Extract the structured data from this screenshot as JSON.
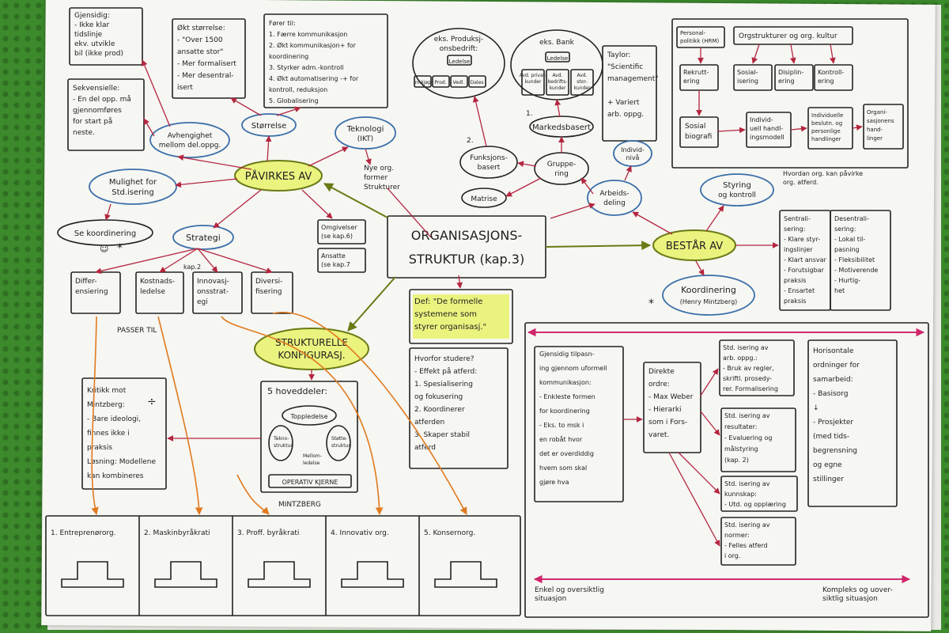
{
  "center": [
    "ORGANISASJONS-",
    "STRUKTUR (kap.3)"
  ],
  "hubs": {
    "pavirkes": "PÅVIRKES AV",
    "bestar": "BESTÅR AV",
    "strukturelle": [
      "STRUKTURELLE",
      "KONFIGURASJ."
    ]
  },
  "tl": {
    "gjennomsiktig": [
      "Gjensidig:",
      "- Ikke klar",
      "tidslinje",
      "ekv. utvikle",
      "bil (ikke prod)"
    ],
    "sekvensielle": [
      "Sekvensielle:",
      "- En del opp. må",
      "gjennomføres",
      "for start på",
      "neste."
    ],
    "okt": [
      "Økt størrelse:",
      "- \"Over 1500",
      "ansatte stor\"",
      "- Mer formalisert",
      "- Mer desentral-",
      "isert"
    ],
    "forer": [
      "Fører til:",
      "1. Færre kommunikasjon",
      "2. Økt kommunikasjon+ for",
      "koordinering",
      "3. Styrker adm.-kontroll",
      "4. Økt automatisering -+ for",
      "kontroll, reduksjon",
      "5. Globalisering"
    ]
  },
  "ovals": {
    "avhengighet": [
      "Avhengighet",
      "mellom del.oppg."
    ],
    "storrelse": "Størrelse",
    "teknologi": [
      "Teknologi",
      "(IKT)"
    ],
    "mulighet": [
      "Mulighet for",
      "Std.isering"
    ],
    "koord": "Se koordinering",
    "strategi": "Strategi",
    "markedsbasert": "Markedsbasert",
    "funksjonsbasert": [
      "Funksjons-",
      "basert"
    ],
    "gruppe": [
      "Gruppe-",
      "ring"
    ],
    "matrise": "Matrise",
    "arbeidsdeling": [
      "Arbeids-",
      "deling"
    ],
    "individ": [
      "Individ-",
      "nivå"
    ],
    "styring": [
      "Styring",
      "og kontroll"
    ],
    "koordinering": [
      "Koordinering",
      "(Henry Mintzberg)"
    ]
  },
  "misc": {
    "nye_org": [
      "Nye org.",
      "former",
      "Strukturer"
    ],
    "omgivelser": [
      "Omgivelser",
      "(se kap.6)"
    ],
    "ansatte": [
      "Ansatte",
      "(se kap.7"
    ],
    "kap2": "kap.2",
    "passer_til": "PASSER TIL",
    "star": "*",
    "smiley": "☺",
    "prod_title": [
      "eks. Produksj-",
      "onsbedrift:"
    ],
    "prod_top": "Ledelse",
    "prod_units": [
      "Innkjøp",
      "Prod.",
      "Vedl.",
      "Dales"
    ],
    "bank_title": "eks. Bank",
    "bank_top": "Ledelse",
    "bank_units": [
      "Avd. privat-\nkunder",
      "Avd.\nbedrifts-\nkunder",
      "Avd.\nstor-\nkunder"
    ],
    "num1": "1.",
    "num2": "2."
  },
  "taylor": [
    "Taylor:",
    "\"Scientific",
    "management\"",
    "",
    "+ Variert",
    "arb. oppg."
  ],
  "strategy_boxes": [
    [
      "Differ-",
      "ensiering"
    ],
    [
      "Kostnads-",
      "ledelse"
    ],
    [
      "Innovasj-",
      "onsstrat-",
      "egi"
    ],
    [
      "Diversi-",
      "fisering"
    ]
  ],
  "def": [
    "Def: \"De formelle",
    "systemene som",
    "styrer organisasj.\""
  ],
  "hvorfor": [
    "Hvorfor studere?",
    "- Effekt på atferd:",
    "1. Spesialisering",
    "og fokusering",
    "2. Koordinerer",
    "atferden",
    "3. Skaper stabil",
    "atferd"
  ],
  "kritikk": [
    "Kritikk mot",
    "Mintzberg:",
    "- Bare ideologi,",
    "finnes ikke i",
    "praksis",
    "Løsning: Modellene",
    "kan kombineres"
  ],
  "hoveddeler": {
    "title": "5 hoveddeler:",
    "top": "Toppledelse",
    "left": [
      "Tekno-",
      "struktur"
    ],
    "right": [
      "Støtte-",
      "struktur"
    ],
    "mid": [
      "Mellom-",
      "ledelse"
    ],
    "core": "OPERATIV KJERNE",
    "mintzberg": "MINTZBERG"
  },
  "configs": [
    "1. Entreprenørorg.",
    "2. Maskinbyråkrati",
    "3. Proff. byråkrati",
    "4. Innovativ org.",
    "5. Konsernorg."
  ],
  "top_right": {
    "pers": [
      "Personal-",
      "politikk (HRM)"
    ],
    "orgs": "Orgstrukturer og org. kultur",
    "rekr": [
      "Rekrutt-",
      "ering"
    ],
    "sosialis": [
      "Sosial-",
      "isering"
    ],
    "disiplin": [
      "Disiplin-",
      "ering"
    ],
    "kontroll": [
      "Kontroll-",
      "ering"
    ],
    "sosbio": [
      "Sosial",
      "biografi"
    ],
    "indhand": [
      "Individ-",
      "uell handl-",
      "ingsmodell"
    ],
    "indbes": [
      "Individuelle",
      "beslutn. og",
      "personlige",
      "handlinger"
    ],
    "orghand": [
      "Organi-",
      "sasjonens",
      "hand-",
      "linger"
    ],
    "caption": [
      "Hvordan org. kan påvirke",
      "org. atferd."
    ]
  },
  "sentral": [
    "Sentrali-",
    "sering:",
    "- Klare styr-",
    "ingslinjer",
    "- Klart ansvar",
    "- Forutsigbar",
    "praksis",
    "- Ensartet",
    "praksis"
  ],
  "desentral": [
    "Desentrali-",
    "sering:",
    "- Lokal til-",
    "pasning",
    "- Fleksibilitet",
    "- Motiverende",
    "- Hurtig-",
    "het"
  ],
  "br": {
    "gjensidig": [
      "Gjensidig tilpasn-",
      "ing gjennom uformell",
      "kommunikasjon:",
      "- Enkleste formen",
      "for koordinering",
      "- Eks. to msk i",
      "en robåt hvor",
      "det er overdiddig",
      "hvem som skal",
      "gjøre hva"
    ],
    "direkte": [
      "Direkte",
      "ordre:",
      "- Max Weber",
      "- Hierarki",
      "som i Fors-",
      "varet."
    ],
    "arbopp": [
      "Std. isering av",
      "arb. oppg.:",
      "- Bruk av regler,",
      "skriftl. prosedy-",
      "rer. Formalisering"
    ],
    "resultater": [
      "Std. isering av",
      "resultater:",
      "- Evaluering og",
      "målstyring",
      "(kap. 2)"
    ],
    "kunnskap": [
      "Std. isering av",
      "kunnskap:",
      "- Utd. og opplæring"
    ],
    "normer": [
      "Std. isering av",
      "normer:",
      "- Felles atferd",
      "i org."
    ],
    "horisontale": [
      "Horisontale",
      "ordninger for",
      "samarbeid:",
      "- Basisorg",
      "↓",
      "- Prosjekter",
      "(med tids-",
      "begrensning",
      "og egne",
      "stillinger"
    ],
    "enkel": [
      "Enkel og oversiktlig",
      "situasjon"
    ],
    "kompleks": [
      "Kompleks og uover-",
      "siktlig situasjon"
    ]
  }
}
